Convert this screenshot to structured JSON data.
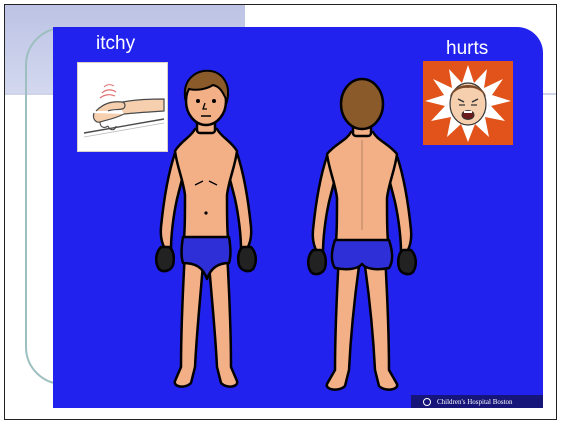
{
  "slide": {
    "labels": {
      "itchy": "itchy",
      "hurts": "hurts"
    },
    "footer": {
      "text": "Children's Hospital Boston"
    }
  },
  "colors": {
    "panel": "#2222ee",
    "skin": "#f3b087",
    "hair": "#8b5a2b",
    "underwear": "#2f2fd8",
    "hurts_card": "#e2531b"
  },
  "icons": [
    "itchy-hand-icon",
    "pain-face-icon",
    "hospital-logo-icon"
  ]
}
